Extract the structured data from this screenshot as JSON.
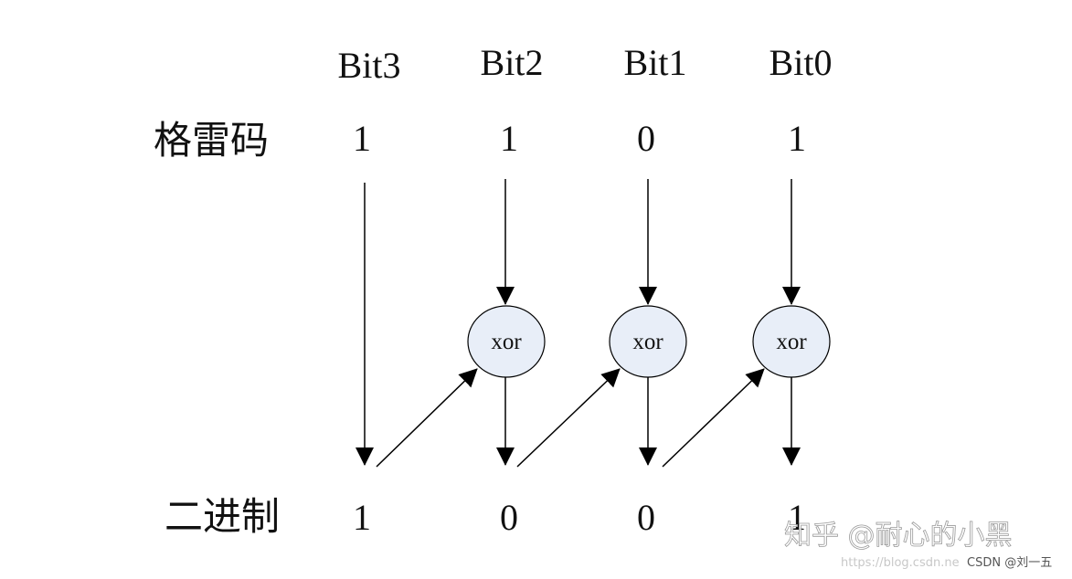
{
  "header": {
    "bits": [
      "Bit3",
      "Bit2",
      "Bit1",
      "Bit0"
    ]
  },
  "rows": {
    "gray_label": "格雷码",
    "gray_values": [
      "1",
      "1",
      "0",
      "1"
    ],
    "binary_label": "二进制",
    "binary_values": [
      "1",
      "0",
      "0",
      "1"
    ]
  },
  "gates": {
    "label": "xor",
    "fill_color": "#e8eef8"
  },
  "watermark": {
    "brand": "知乎 @耐心的小黑",
    "url": "https://blog.csdn.ne",
    "csdn": "CSDN @刘一五"
  }
}
